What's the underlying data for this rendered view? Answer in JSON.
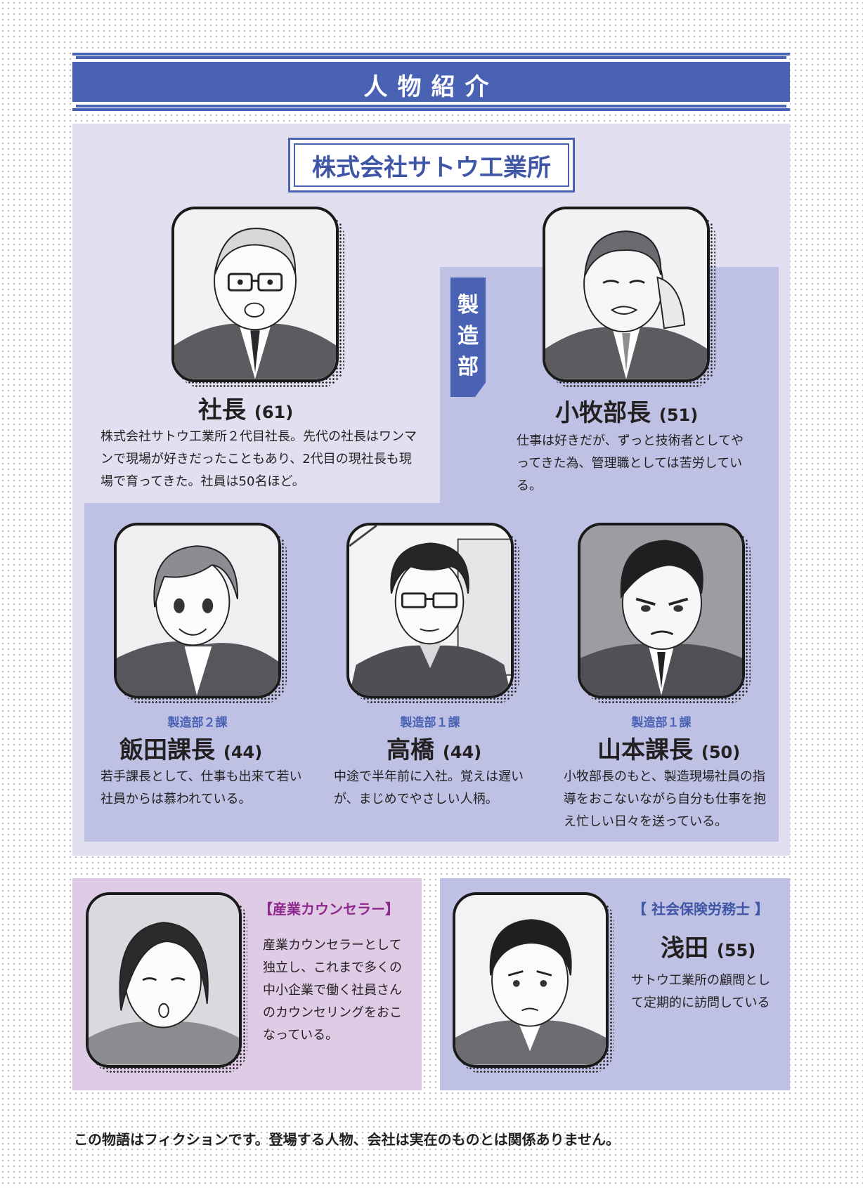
{
  "header": {
    "title": "人物紹介"
  },
  "company": {
    "name": "株式会社サトウ工業所"
  },
  "dept_tag": "製\n造\n部",
  "president": {
    "name": "社長",
    "age": "(61)",
    "description": "株式会社サトウ工業所２代目社長。先代の社長はワンマンで現場が好きだったこともあり、2代目の現社長も現場で育ってきた。社員は50名ほど。"
  },
  "komaki": {
    "name": "小牧部長",
    "age": "(51)",
    "description": "仕事は好きだが、ずっと技術者としてやってきた為、管理職としては苦労している。"
  },
  "iida": {
    "section": "製造部２課",
    "name": "飯田課長",
    "age": "(44)",
    "description": "若手課長として、仕事も出来て若い社員からは慕われている。"
  },
  "takahashi": {
    "section": "製造部１課",
    "name": "高橋",
    "age": "(44)",
    "description": "中途で半年前に入社。覚えは遅いが、まじめでやさしい人柄。"
  },
  "yamamoto": {
    "section": "製造部１課",
    "name": "山本課長",
    "age": "(50)",
    "description": "小牧部長のもと、製造現場社員の指導をおこないながら自分も仕事を抱え忙しい日々を送っている。"
  },
  "counselor": {
    "tag": "【産業カウンセラー】",
    "description": "産業カウンセラーとして独立し、これまで多くの中小企業で働く社員さんのカウンセリングをおこなっている。"
  },
  "labor": {
    "tag": "【 社会保険労務士 】",
    "name": "浅田",
    "age": "(55)",
    "description": "サトウ工業所の顧問として定期的に訪問している"
  },
  "footer": {
    "text": "この物語はフィクションです。登場する人物、会社は実在のものとは関係ありません。"
  },
  "colors": {
    "accent": "#4a62b4",
    "company_bg": "#e2e0f0",
    "dept_bg": "#bfc1e4",
    "counselor_bg": "#e0cbe6",
    "counselor_accent": "#8e2a8e"
  }
}
